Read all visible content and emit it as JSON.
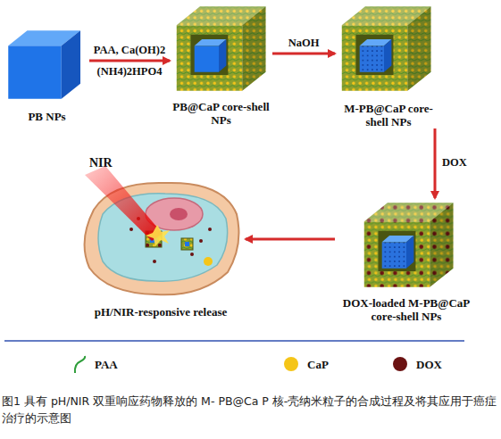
{
  "diagram": {
    "caption": "图1 具有 pH/NIR 双重响应药物释放的 M- PB@Ca P 核-壳纳米粒子的合成过程及将其应用于癌症治疗的示意图",
    "nodes": [
      {
        "text": [
          "PB NPs"
        ]
      },
      {
        "text": [
          "PB@CaP core-shell NPs"
        ]
      },
      {
        "text": [
          "M-PB@CaP core-shell NPs"
        ]
      },
      {
        "text": [
          "DOX-loaded M-PB@CaP core-shell NPs"
        ]
      },
      {
        "text": [
          "pH/NIR-responsive release"
        ]
      }
    ],
    "edges": [
      {
        "from": 0,
        "to": 1,
        "arrow": "to",
        "label": "PAA, Ca(OH)2"
      },
      {
        "from": 1,
        "to": 2,
        "arrow": "to",
        "label": "NaOH"
      },
      {
        "from": 2,
        "to": 3,
        "arrow": "to",
        "label": "DOX"
      },
      {
        "from": 3,
        "to": 4,
        "arrow": "to"
      }
    ],
    "labels": [
      "(NH4)2HPO4",
      "NIR"
    ],
    "legend": [
      {
        "text": "PAA"
      },
      {
        "text": "CaP",
        "color": "#f5c518"
      },
      {
        "text": "DOX",
        "color": "#6b1212"
      }
    ]
  }
}
